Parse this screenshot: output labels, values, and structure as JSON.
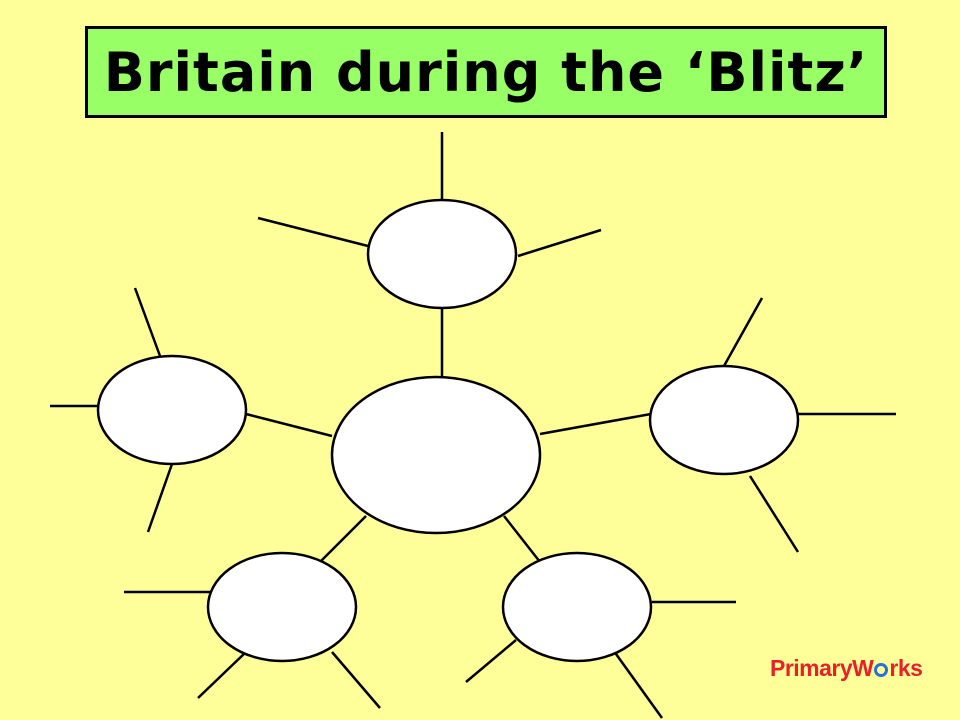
{
  "title": "Britain during the ‘Blitz’",
  "logo": {
    "part1": "Primary",
    "part2_a": "W",
    "part2_b": "rks"
  },
  "colors": {
    "background": "#ffff99",
    "title_box": "#99ff66",
    "logo_red": "#e8202a",
    "logo_blue": "#2a6fd6"
  }
}
